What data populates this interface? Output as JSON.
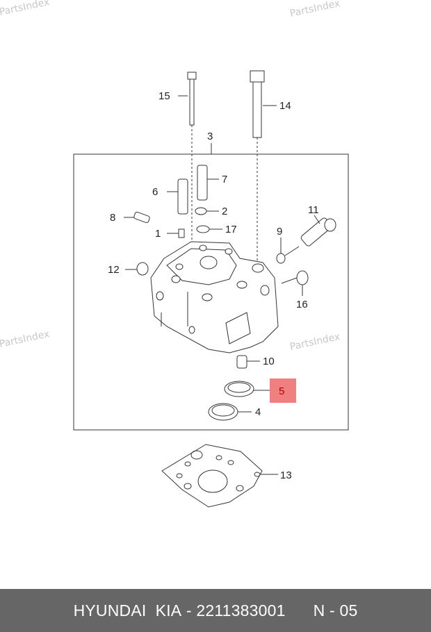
{
  "watermark": "PartsIndex",
  "highlight_color": "#f08080",
  "labels": {
    "p1": "1",
    "p2": "2",
    "p3": "3",
    "p4": "4",
    "p5": "5",
    "p6": "6",
    "p7": "7",
    "p8": "8",
    "p9": "9",
    "p10": "10",
    "p11": "11",
    "p12": "12",
    "p13": "13",
    "p14": "14",
    "p15": "15",
    "p16": "16",
    "p17": "17"
  },
  "footer": {
    "brand": "HYUNDAI  KIA",
    "separator": " - ",
    "part_number": "2211383001",
    "position_prefix": "N",
    "position_number": "05"
  }
}
